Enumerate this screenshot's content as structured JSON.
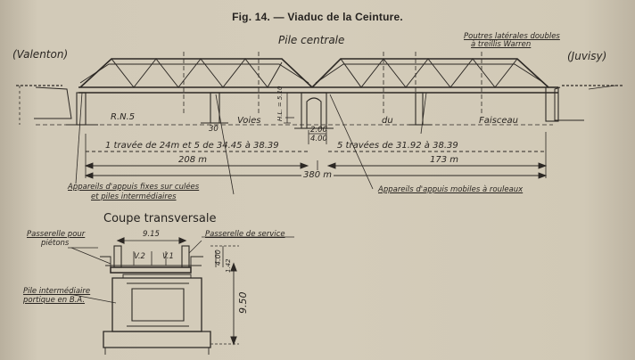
{
  "figure": {
    "caption": "Fig. 14. — Viaduc de la Ceinture."
  },
  "elevation": {
    "left_end": "(Valenton)",
    "right_end": "(Juvisy)",
    "central_pier": "Pile centrale",
    "girders_label_1": "Poutres latérales doubles",
    "girders_label_2": "à treillis Warren",
    "road": "R.N.5",
    "tracks_1": "Voies",
    "tracks_2": "du",
    "tracks_3": "Faisceau",
    "height_label": "H.L. = 5.10",
    "dim_30": "30",
    "dim_200": "2.00",
    "dim_400": "4.00",
    "spans_left": "1 travée de 24m et 5 de 34.45 à 38.39",
    "spans_right": "5 travées     de 31.92 à 38.39",
    "length_left": "208 m",
    "length_right": "173 m",
    "length_total": "380 m",
    "fixed_bearings_1": "Appareils d'appuis fixes sur culées",
    "fixed_bearings_2": "et piles intermédiaires",
    "mobile_bearings": "Appareils d'appuis mobiles à rouleaux"
  },
  "cross_section": {
    "title": "Coupe transversale",
    "footbridge_pedestrians_1": "Passerelle pour",
    "footbridge_pedestrians_2": "piétons",
    "footbridge_service": "Passerelle de service",
    "width": "9.15",
    "track_2": "V.2",
    "track_1": "V.1",
    "dim_400": "4.00",
    "dim_142": "1.42",
    "height_total": "9.50",
    "pier_label_1": "Pile intermédiaire",
    "pier_label_2": "portique en B.A."
  }
}
